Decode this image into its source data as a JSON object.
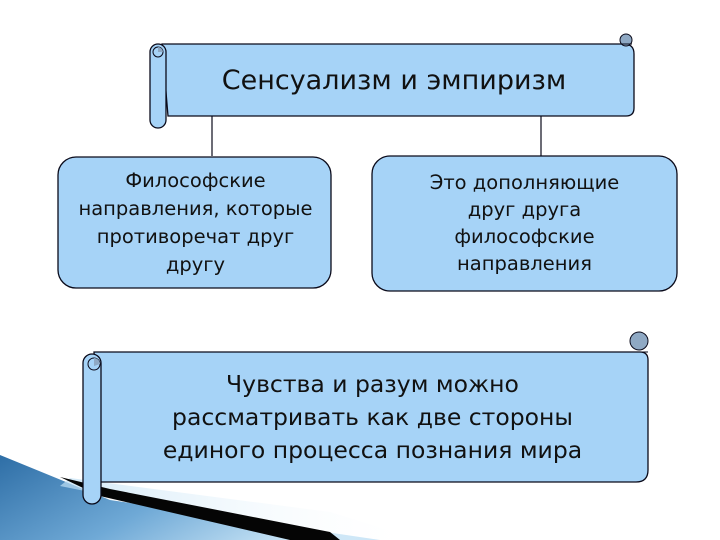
{
  "diagram": {
    "title": "Сенсуализм и эмпиризм",
    "left_box": {
      "lines": [
        "Философские",
        "направления, которые",
        "противоречат друг",
        "другу"
      ]
    },
    "right_box": {
      "lines": [
        "Это дополняющие",
        "друг друга",
        "философские",
        "направления"
      ]
    },
    "bottom_banner": {
      "lines": [
        "Чувства и разум можно",
        "рассматривать как две стороны",
        "единого процесса познания мира"
      ]
    }
  },
  "colors": {
    "fill": "#A6D3F7",
    "scroll_curl": "#8FA9C4",
    "border": "#0A0A1A",
    "text": "#111111",
    "decor_blue_dark": "#2E6EA6",
    "decor_blue_light": "#9CCBEA"
  }
}
